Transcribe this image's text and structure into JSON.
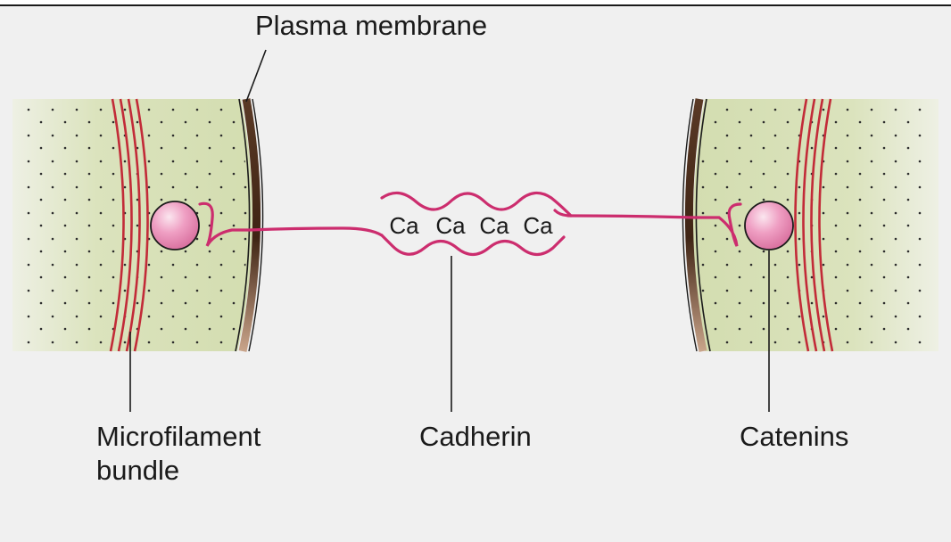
{
  "labels": {
    "plasma_membrane": "Plasma membrane",
    "microfilament_line1": "Microfilament",
    "microfilament_line2": "bundle",
    "cadherin": "Cadherin",
    "catenins": "Catenins"
  },
  "calcium_ions": [
    "Ca",
    "Ca",
    "Ca",
    "Ca"
  ],
  "colors": {
    "panel_background": "#f0f0f0",
    "cytoplasm": "#d9e2b8",
    "cadherin": "#cc2d6e",
    "catenin": "#e98ab5",
    "microfilament": "#c22b38",
    "membrane": "#4a2b1a",
    "ink": "#1a1a1a"
  }
}
